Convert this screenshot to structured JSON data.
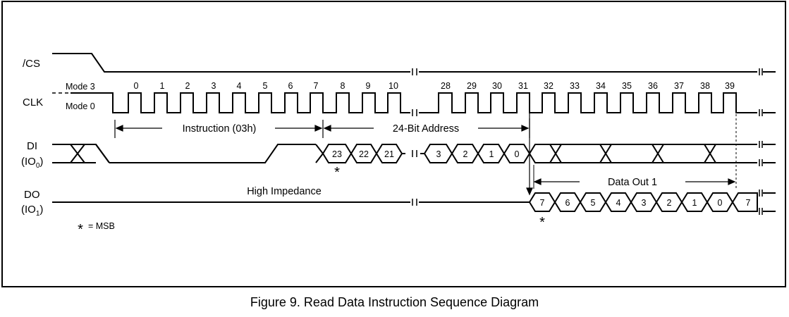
{
  "caption": "Figure 9. Read Data Instruction Sequence Diagram",
  "signals": {
    "cs": "/CS",
    "clk": "CLK",
    "di": {
      "name": "DI",
      "alt_prefix": "(IO",
      "alt_sub": "0",
      "alt_suffix": ")"
    },
    "do": {
      "name": "DO",
      "alt_prefix": "(IO",
      "alt_sub": "1",
      "alt_suffix": ")"
    }
  },
  "modes": {
    "mode3": "Mode 3",
    "mode0": "Mode 0"
  },
  "clock_numbers_left": [
    "0",
    "1",
    "2",
    "3",
    "4",
    "5",
    "6",
    "7",
    "8",
    "9",
    "10"
  ],
  "clock_numbers_right": [
    "28",
    "29",
    "30",
    "31",
    "32",
    "33",
    "34",
    "35",
    "36",
    "37",
    "38",
    "39"
  ],
  "spans": {
    "instruction": "Instruction (03h)",
    "address": "24-Bit Address",
    "data_out": "Data Out 1"
  },
  "di_bits_left": [
    "23",
    "22",
    "21"
  ],
  "di_bits_right": [
    "3",
    "2",
    "1",
    "0"
  ],
  "do_bits": [
    "7",
    "6",
    "5",
    "4",
    "3",
    "2",
    "1",
    "0",
    "7"
  ],
  "high_impedance": "High Impedance",
  "msb_marker": "*",
  "legend": {
    "star": "*",
    "text": "= MSB"
  }
}
